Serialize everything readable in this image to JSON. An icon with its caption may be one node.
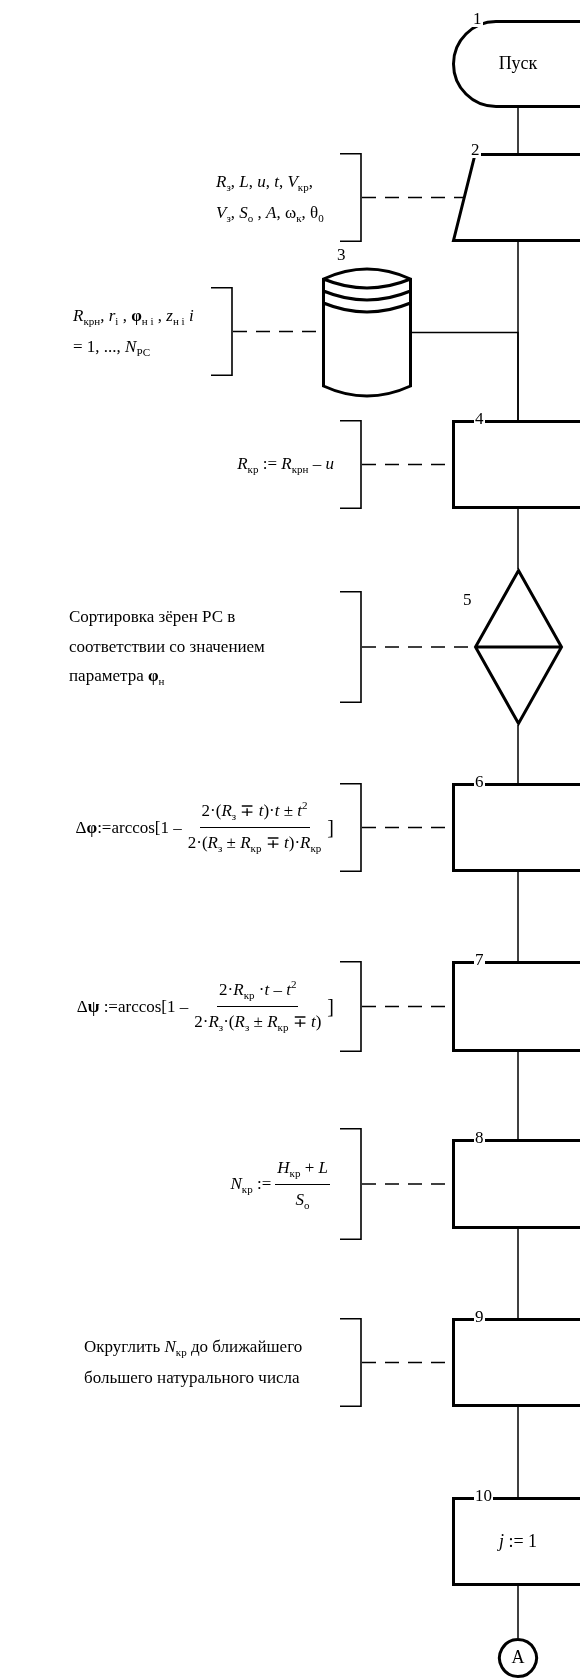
{
  "diagram": {
    "nodes": [
      {
        "text": [
          "Пуск"
        ],
        "beside": [
          "1"
        ]
      },
      {
        "text": [],
        "shape": "parallelogram",
        "beside": [
          "2"
        ]
      },
      {
        "text": [],
        "shape": "cylinder",
        "beside": [
          "3"
        ]
      },
      {
        "text": [],
        "shape": "box",
        "beside": [
          "4"
        ]
      },
      {
        "text": [],
        "shape": "diamond",
        "beside": [
          "5"
        ]
      },
      {
        "text": [],
        "shape": "box",
        "beside": [
          "6"
        ]
      },
      {
        "text": [],
        "shape": "box",
        "beside": [
          "7"
        ]
      },
      {
        "text": [],
        "shape": "box",
        "beside": [
          "8"
        ]
      },
      {
        "text": [],
        "shape": "box",
        "beside": [
          "9"
        ]
      },
      {
        "text": [
          "*j* := 1"
        ],
        "beside": [
          "10"
        ]
      },
      {
        "text": [
          "A"
        ]
      },
      {
        "text": [
          "*R*$_{з}$, *L*, *u*, *t*, *V*$_{кр}$, *V*$_{з}$, *S*$_{о}$ , *A*, ω$_{к}$, θ$_{0}$"
        ]
      },
      {
        "text": [
          "*R*$_{крн}$, *r*$_{i}$ , **φ**$_{н i}$ , *z*$_{н i}$ *i* = 1, ..., *N*$_{РС}$"
        ]
      },
      {
        "text": [
          "*R*$_{кр}$ := *R*$_{крн}$ – *u*"
        ]
      },
      {
        "text": [
          "Сортировка зёрен РС в соответствии со значением параметра **φ**$_{н}$"
        ]
      },
      {
        "text": [
          "Δ**φ**:=arccos[1 –",
          "2·(*R*$_{з}$ ∓ *t*)·*t* ± *t*$^{2}$",
          "2·(*R*$_{з}$ ± *R*$_{кр}$ ∓ *t*)·*R*$_{кр}$",
          "]"
        ]
      },
      {
        "text": [
          "Δ**ψ** :=arccos[1 –",
          "2·*R*$_{кр}$ ·*t* – *t*$^{2}$",
          "2·*R*$_{з}$·(*R*$_{з}$ ± *R*$_{кр}$ ∓ *t*)",
          "]"
        ]
      },
      {
        "text": [
          "*N*$_{кр}$ :=",
          "*H*$_{кр}$ + *L*",
          "*S*$_{о}$"
        ]
      },
      {
        "text": [
          "Округлить *N*$_{кр}$ до ближайшего большего натурального числа"
        ]
      }
    ],
    "edges": [
      {
        "from": 0,
        "to": 1,
        "arrow": "none"
      },
      {
        "from": 1,
        "to": 3,
        "arrow": "none"
      },
      {
        "from": 2,
        "to": 3,
        "arrow": "none"
      },
      {
        "from": 3,
        "to": 4,
        "arrow": "none"
      },
      {
        "from": 4,
        "to": 5,
        "arrow": "none"
      },
      {
        "from": 5,
        "to": 6,
        "arrow": "none"
      },
      {
        "from": 6,
        "to": 7,
        "arrow": "none"
      },
      {
        "from": 7,
        "to": 8,
        "arrow": "none"
      },
      {
        "from": 8,
        "to": 9,
        "arrow": "none"
      },
      {
        "from": 9,
        "to": 10,
        "arrow": "none"
      },
      {
        "from": 11,
        "to": 1,
        "arrow": "none",
        "style": "dashed"
      },
      {
        "from": 12,
        "to": 2,
        "arrow": "none",
        "style": "dashed"
      },
      {
        "from": 13,
        "to": 3,
        "arrow": "none",
        "style": "dashed"
      },
      {
        "from": 14,
        "to": 4,
        "arrow": "none",
        "style": "dashed"
      },
      {
        "from": 15,
        "to": 5,
        "arrow": "none",
        "style": "dashed"
      },
      {
        "from": 16,
        "to": 6,
        "arrow": "none",
        "style": "dashed"
      },
      {
        "from": 17,
        "to": 7,
        "arrow": "none",
        "style": "dashed"
      },
      {
        "from": 18,
        "to": 8,
        "arrow": "none",
        "style": "dashed"
      }
    ]
  }
}
